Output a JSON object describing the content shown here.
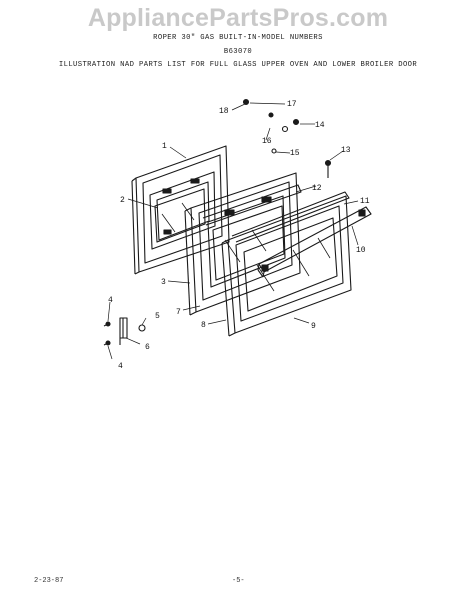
{
  "watermark": "AppliancePartsPros.com",
  "header": {
    "line1": "ROPER 30\" GAS BUILT-IN-MODEL NUMBERS",
    "line2": "B63070",
    "line3": "ILLUSTRATION NAD PARTS LIST FOR FULL GLASS UPPER OVEN AND LOWER BROILER DOOR"
  },
  "footer": {
    "date": "2-23-87",
    "page": "-5-"
  },
  "callouts": [
    "1",
    "2",
    "3",
    "4",
    "4",
    "5",
    "6",
    "7",
    "8",
    "9",
    "10",
    "11",
    "12",
    "13",
    "14",
    "15",
    "16",
    "17",
    "18"
  ]
}
